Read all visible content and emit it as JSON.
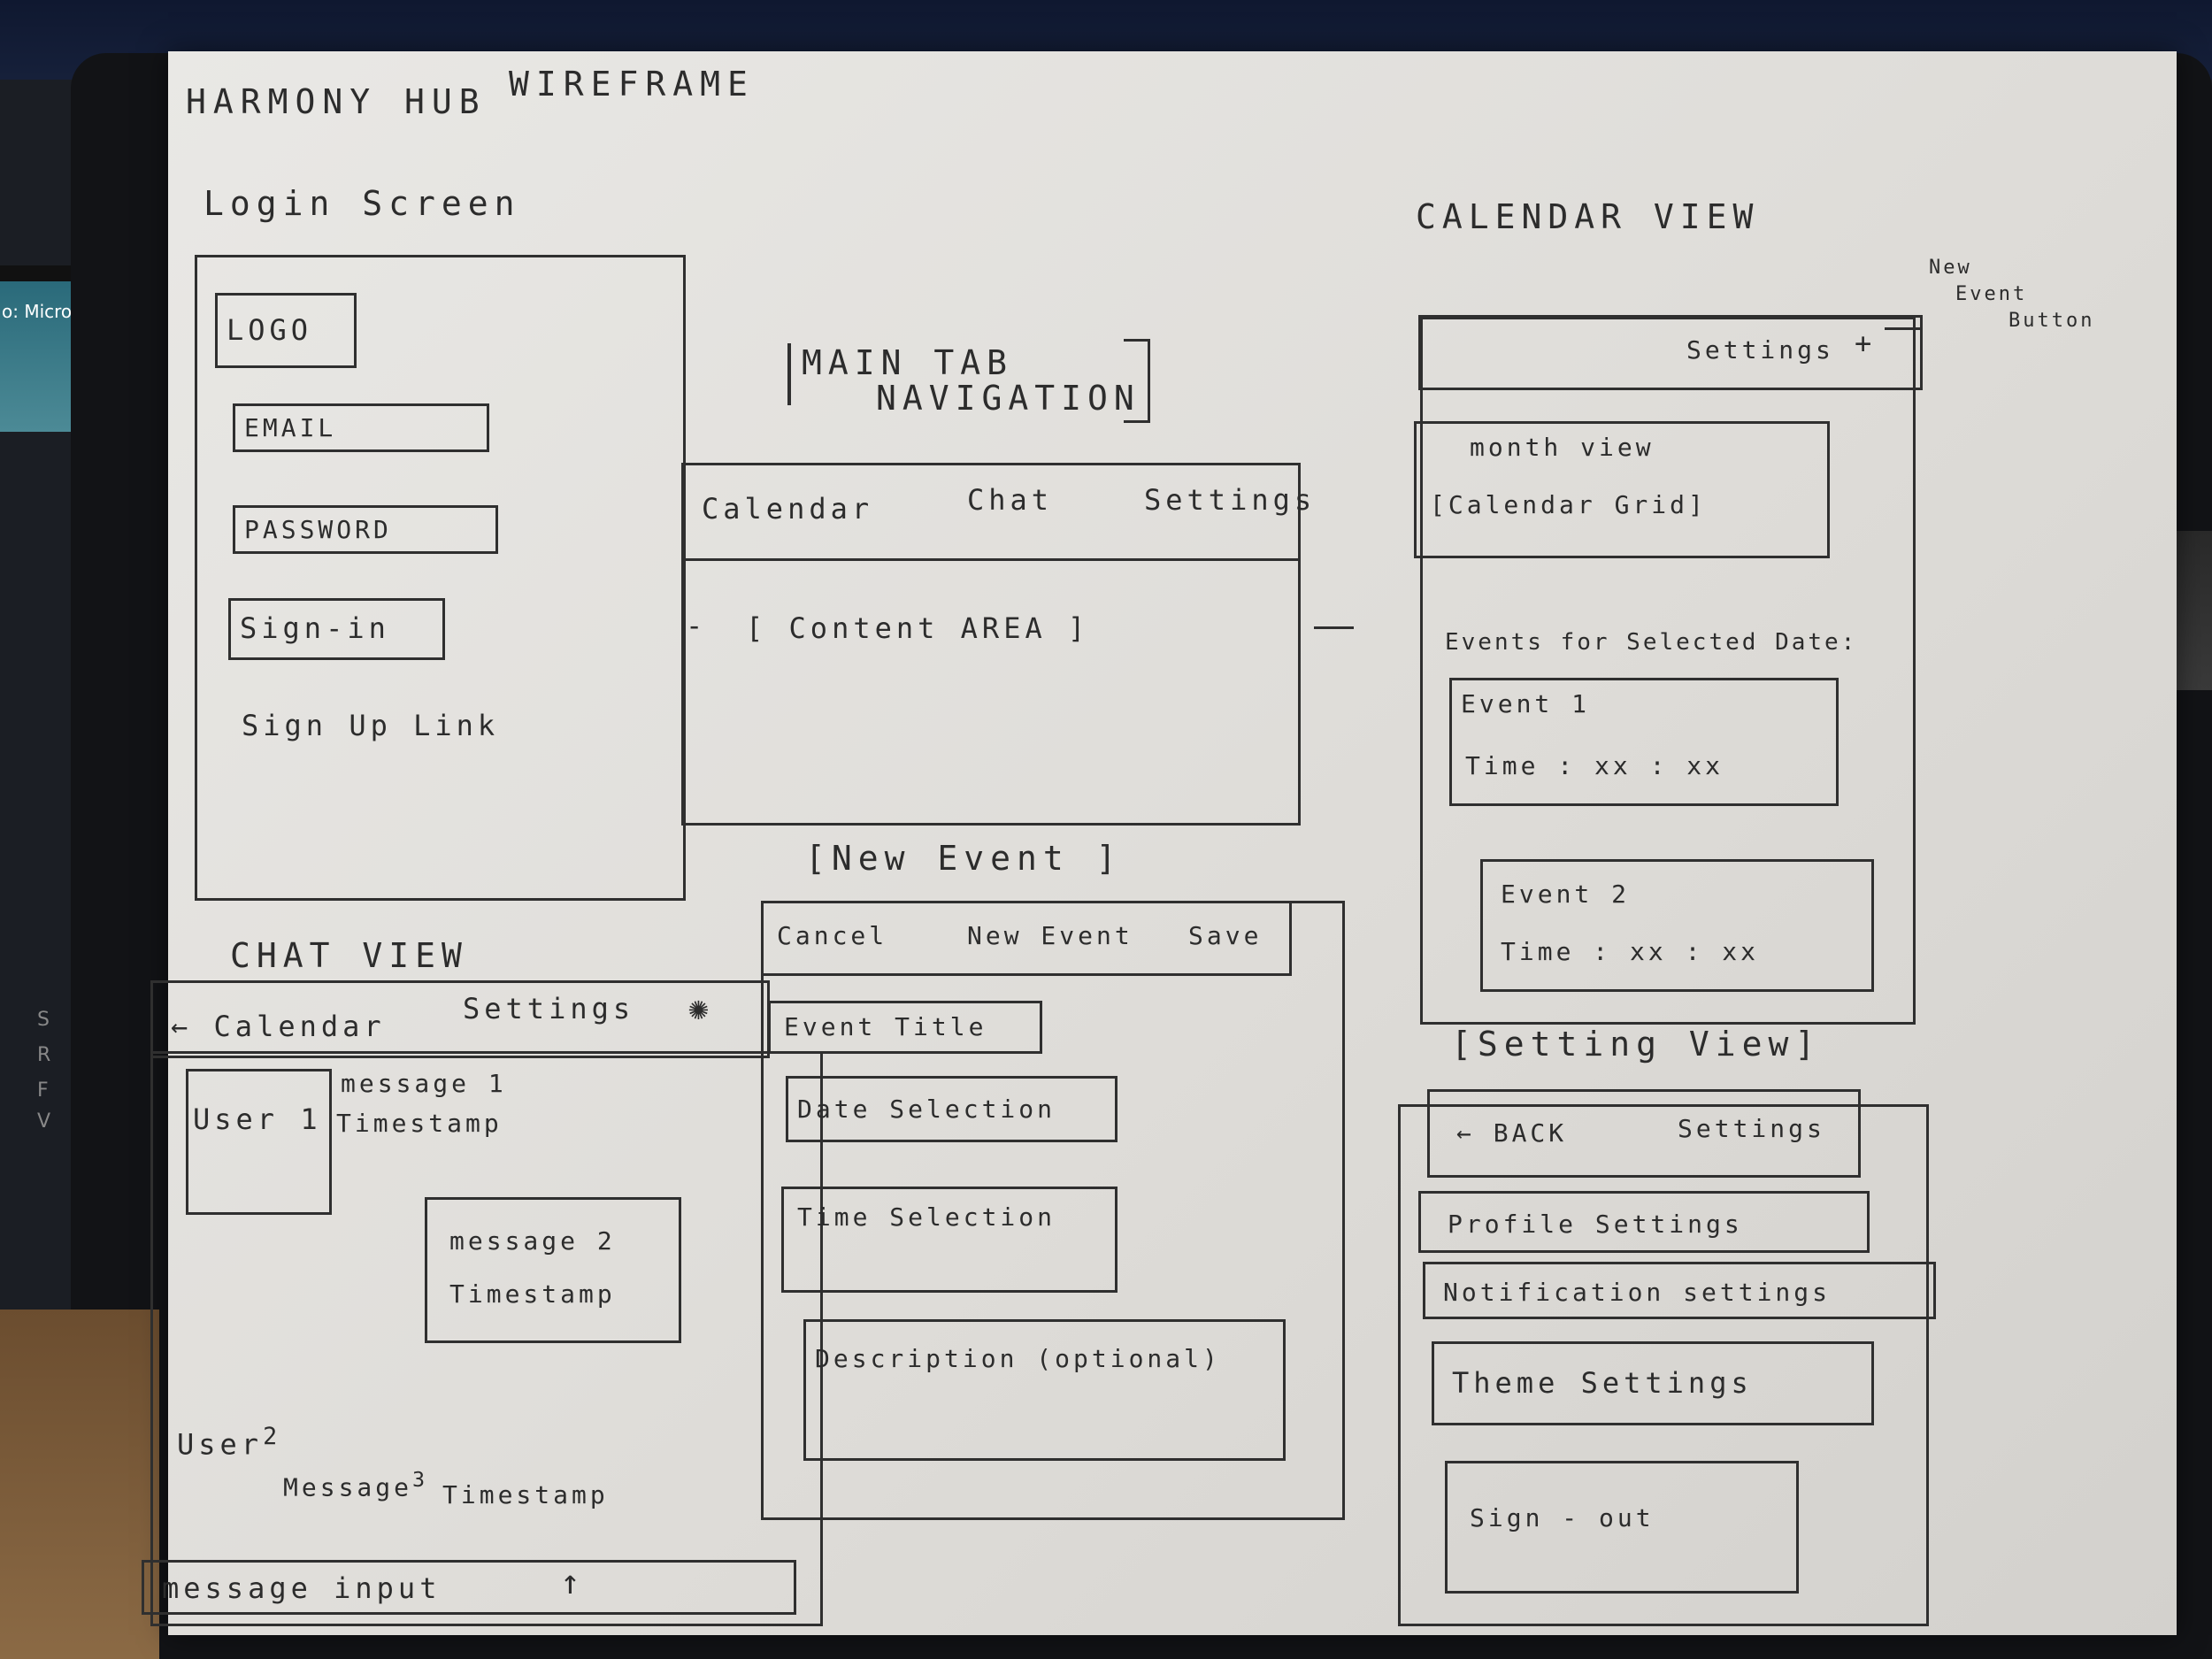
{
  "background": {
    "screen_text": "o: Microso",
    "keys": [
      "R",
      "F",
      "V",
      "S"
    ]
  },
  "header": {
    "app": "HARMONY HUB",
    "subtitle": "WIREFRAME"
  },
  "login": {
    "heading": "Login Screen",
    "logo": "LOGO",
    "email": "EMAIL",
    "password": "PASSWORD",
    "signin": "Sign-in",
    "signup": "Sign Up Link"
  },
  "main": {
    "heading_line1": "MAIN TAB",
    "heading_line2": "NAVIGATION",
    "tabs": [
      "Calendar",
      "Chat",
      "Settings"
    ],
    "content": "[ Content AREA ]"
  },
  "calendar": {
    "heading": "CALENDAR VIEW",
    "settings": "Settings",
    "plus": "+",
    "note_line1": "New",
    "note_line2": "Event",
    "note_line3": "Button",
    "month_label": "month view",
    "month_grid": "[Calendar Grid]",
    "events_label": "Events for Selected Date:",
    "events": [
      {
        "title": "Event 1",
        "time": "Time : xx : xx"
      },
      {
        "title": "Event 2",
        "time": "Time : xx : xx"
      }
    ]
  },
  "chat": {
    "heading": "CHAT VIEW",
    "back": "← Calendar",
    "settings": "Settings",
    "gear": "✺",
    "user1": "User 1",
    "message1": "message 1",
    "timestamp1": "Timestamp",
    "message2": "message 2",
    "timestamp2": "Timestamp",
    "user2_label": "User",
    "user2_sup": "2",
    "message3_label": "Message",
    "message3_sup": "3",
    "timestamp3": "Timestamp",
    "input": "message input",
    "send": "↑"
  },
  "new_event": {
    "heading": "[New Event ]",
    "cancel": "Cancel",
    "title": "New Event",
    "save": "Save",
    "fields": [
      "Event Title",
      "Date Selection",
      "Time Selection",
      "Description (optional)"
    ]
  },
  "settings_view": {
    "heading": "[Setting View]",
    "back": "← BACK",
    "title": "Settings",
    "items": [
      "Profile Settings",
      "Notification settings",
      "Theme Settings",
      "Sign - out"
    ]
  }
}
